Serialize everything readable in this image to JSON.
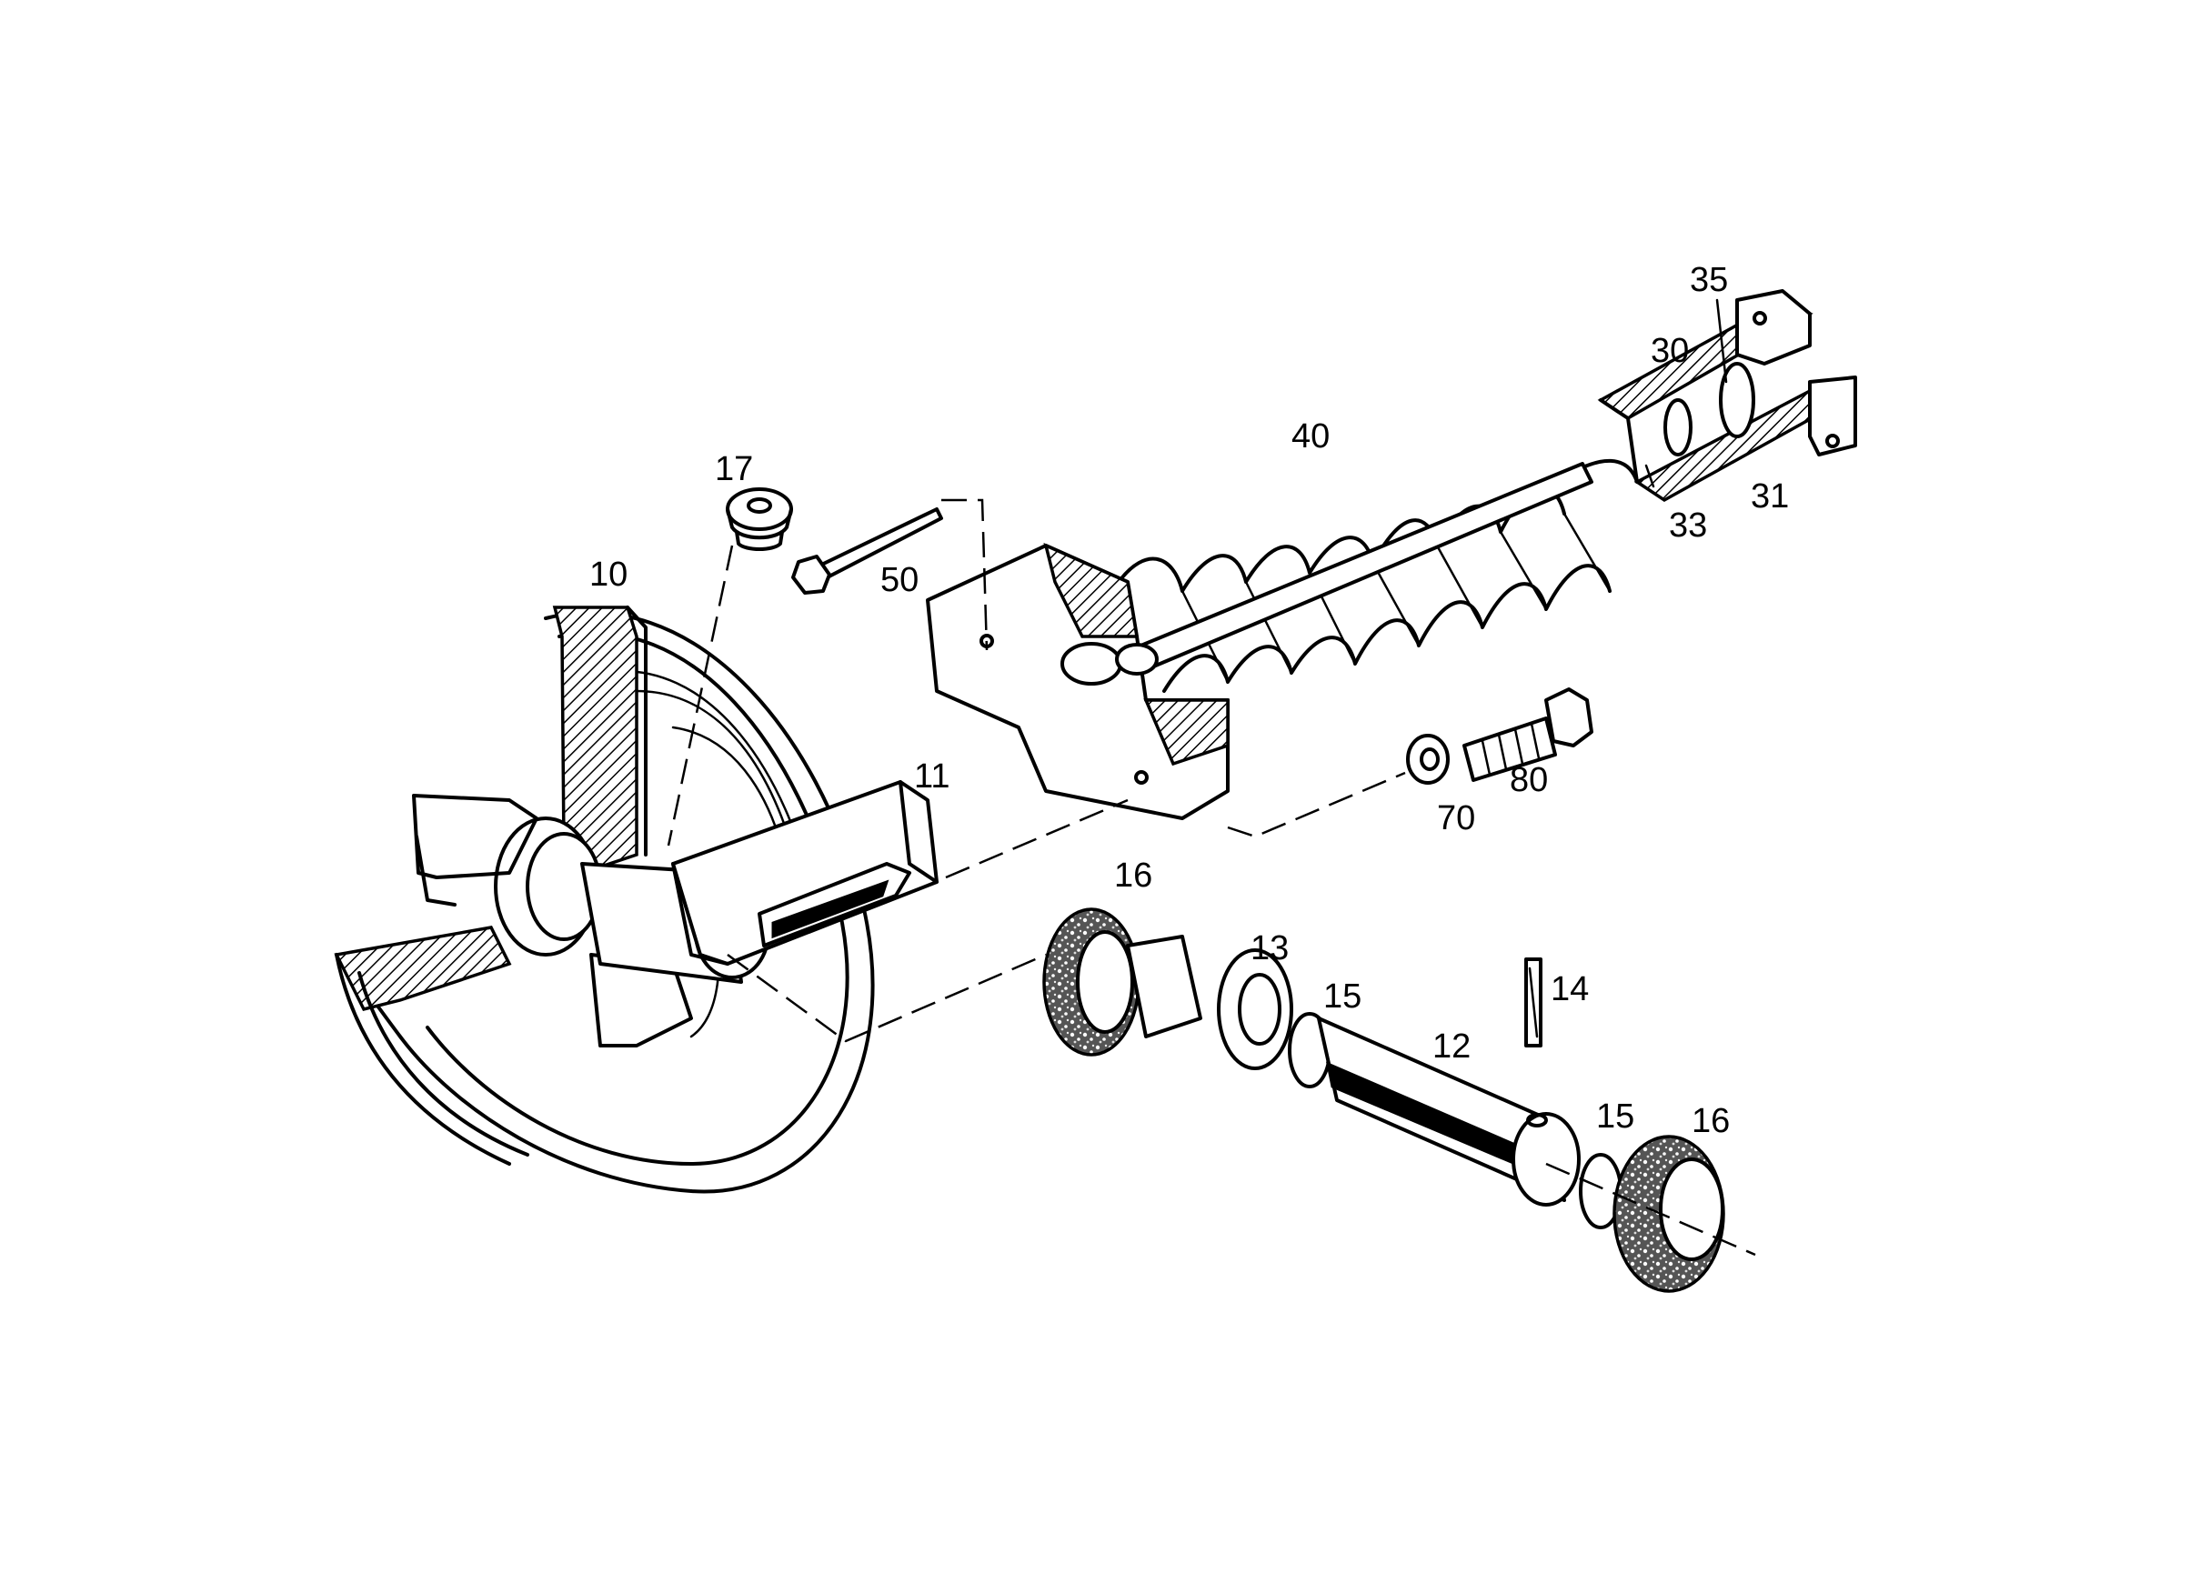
{
  "labels": {
    "p10": "10",
    "p11": "11",
    "p12": "12",
    "p13": "13",
    "p14": "14",
    "p15a": "15",
    "p15b": "15",
    "p16a": "16",
    "p16b": "16",
    "p17": "17",
    "p30": "30",
    "p31": "31",
    "p33": "33",
    "p35": "35",
    "p40": "40",
    "p50": "50",
    "p70": "70",
    "p80": "80"
  }
}
